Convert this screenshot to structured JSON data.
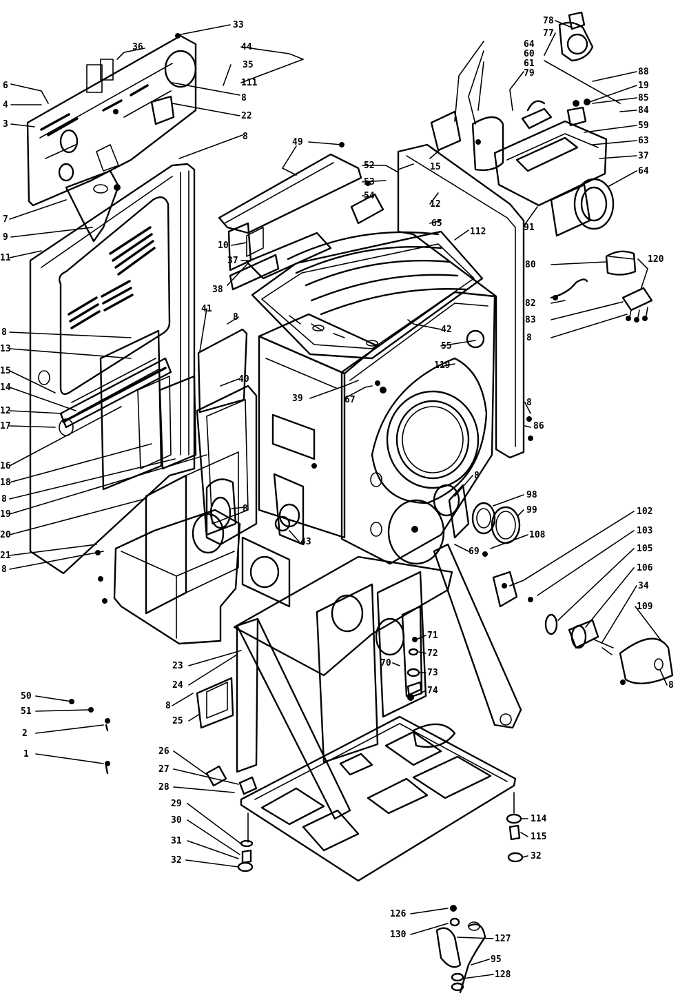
{
  "diagram": {
    "callouts": [
      {
        "id": "c1",
        "text": "33"
      },
      {
        "id": "c2",
        "text": "36"
      },
      {
        "id": "c3",
        "text": "44"
      },
      {
        "id": "c4",
        "text": "35"
      },
      {
        "id": "c5",
        "text": "111"
      },
      {
        "id": "c6",
        "text": "8"
      },
      {
        "id": "c7",
        "text": "22"
      },
      {
        "id": "c8",
        "text": "8"
      },
      {
        "id": "c9",
        "text": "6"
      },
      {
        "id": "c10",
        "text": "4"
      },
      {
        "id": "c11",
        "text": "3"
      },
      {
        "id": "c12",
        "text": "7"
      },
      {
        "id": "c13",
        "text": "9"
      },
      {
        "id": "c14",
        "text": "11"
      },
      {
        "id": "c15",
        "text": "8"
      },
      {
        "id": "c16",
        "text": "13"
      },
      {
        "id": "c17",
        "text": "15"
      },
      {
        "id": "c18",
        "text": "14"
      },
      {
        "id": "c19",
        "text": "12"
      },
      {
        "id": "c20",
        "text": "17"
      },
      {
        "id": "c21",
        "text": "16"
      },
      {
        "id": "c22",
        "text": "18"
      },
      {
        "id": "c23",
        "text": "8"
      },
      {
        "id": "c24",
        "text": "19"
      },
      {
        "id": "c25",
        "text": "20"
      },
      {
        "id": "c26",
        "text": "21"
      },
      {
        "id": "c27",
        "text": "8"
      },
      {
        "id": "c28",
        "text": "49"
      },
      {
        "id": "c29",
        "text": "52"
      },
      {
        "id": "c30",
        "text": "53"
      },
      {
        "id": "c31",
        "text": "54"
      },
      {
        "id": "c32",
        "text": "10"
      },
      {
        "id": "c33",
        "text": "37"
      },
      {
        "id": "c34",
        "text": "38"
      },
      {
        "id": "c35",
        "text": "41"
      },
      {
        "id": "c36",
        "text": "8"
      },
      {
        "id": "c37",
        "text": "40"
      },
      {
        "id": "c38",
        "text": "39"
      },
      {
        "id": "c39",
        "text": "67"
      },
      {
        "id": "c40",
        "text": "8"
      },
      {
        "id": "c41",
        "text": "43"
      },
      {
        "id": "c42",
        "text": "42"
      },
      {
        "id": "c43",
        "text": "55"
      },
      {
        "id": "c44",
        "text": "112"
      },
      {
        "id": "c45",
        "text": "119"
      },
      {
        "id": "c46",
        "text": "15"
      },
      {
        "id": "c47",
        "text": "12"
      },
      {
        "id": "c48",
        "text": "65"
      },
      {
        "id": "c49",
        "text": "78"
      },
      {
        "id": "c50",
        "text": "77"
      },
      {
        "id": "c51",
        "text": "64"
      },
      {
        "id": "c52",
        "text": "60"
      },
      {
        "id": "c53",
        "text": "61"
      },
      {
        "id": "c54",
        "text": "79"
      },
      {
        "id": "c55",
        "text": "88"
      },
      {
        "id": "c56",
        "text": "19"
      },
      {
        "id": "c57",
        "text": "85"
      },
      {
        "id": "c58",
        "text": "84"
      },
      {
        "id": "c59",
        "text": "59"
      },
      {
        "id": "c60",
        "text": "63"
      },
      {
        "id": "c61",
        "text": "37"
      },
      {
        "id": "c62",
        "text": "64"
      },
      {
        "id": "c63",
        "text": "91"
      },
      {
        "id": "c64",
        "text": "80"
      },
      {
        "id": "c65",
        "text": "120"
      },
      {
        "id": "c66",
        "text": "82"
      },
      {
        "id": "c67",
        "text": "83"
      },
      {
        "id": "c68",
        "text": "8"
      },
      {
        "id": "c69",
        "text": "8"
      },
      {
        "id": "c70",
        "text": "86"
      },
      {
        "id": "c71",
        "text": "98"
      },
      {
        "id": "c72",
        "text": "99"
      },
      {
        "id": "c73",
        "text": "108"
      },
      {
        "id": "c74",
        "text": "102"
      },
      {
        "id": "c75",
        "text": "103"
      },
      {
        "id": "c76",
        "text": "105"
      },
      {
        "id": "c77",
        "text": "106"
      },
      {
        "id": "c78",
        "text": "34"
      },
      {
        "id": "c79",
        "text": "109"
      },
      {
        "id": "c80",
        "text": "8"
      },
      {
        "id": "c81",
        "text": "8"
      },
      {
        "id": "c82",
        "text": "69"
      },
      {
        "id": "c83",
        "text": "71"
      },
      {
        "id": "c84",
        "text": "72"
      },
      {
        "id": "c85",
        "text": "70"
      },
      {
        "id": "c86",
        "text": "73"
      },
      {
        "id": "c87",
        "text": "74"
      },
      {
        "id": "c88",
        "text": "23"
      },
      {
        "id": "c89",
        "text": "24"
      },
      {
        "id": "c90",
        "text": "8"
      },
      {
        "id": "c91",
        "text": "25"
      },
      {
        "id": "c92",
        "text": "50"
      },
      {
        "id": "c93",
        "text": "51"
      },
      {
        "id": "c94",
        "text": "2"
      },
      {
        "id": "c95",
        "text": "1"
      },
      {
        "id": "c96",
        "text": "26"
      },
      {
        "id": "c97",
        "text": "27"
      },
      {
        "id": "c98",
        "text": "28"
      },
      {
        "id": "c99",
        "text": "29"
      },
      {
        "id": "c100",
        "text": "30"
      },
      {
        "id": "c101",
        "text": "31"
      },
      {
        "id": "c102",
        "text": "32"
      },
      {
        "id": "c103",
        "text": "114"
      },
      {
        "id": "c104",
        "text": "115"
      },
      {
        "id": "c105",
        "text": "32"
      },
      {
        "id": "c106",
        "text": "126"
      },
      {
        "id": "c107",
        "text": "130"
      },
      {
        "id": "c108",
        "text": "127"
      },
      {
        "id": "c109",
        "text": "95"
      },
      {
        "id": "c110",
        "text": "128"
      }
    ]
  }
}
